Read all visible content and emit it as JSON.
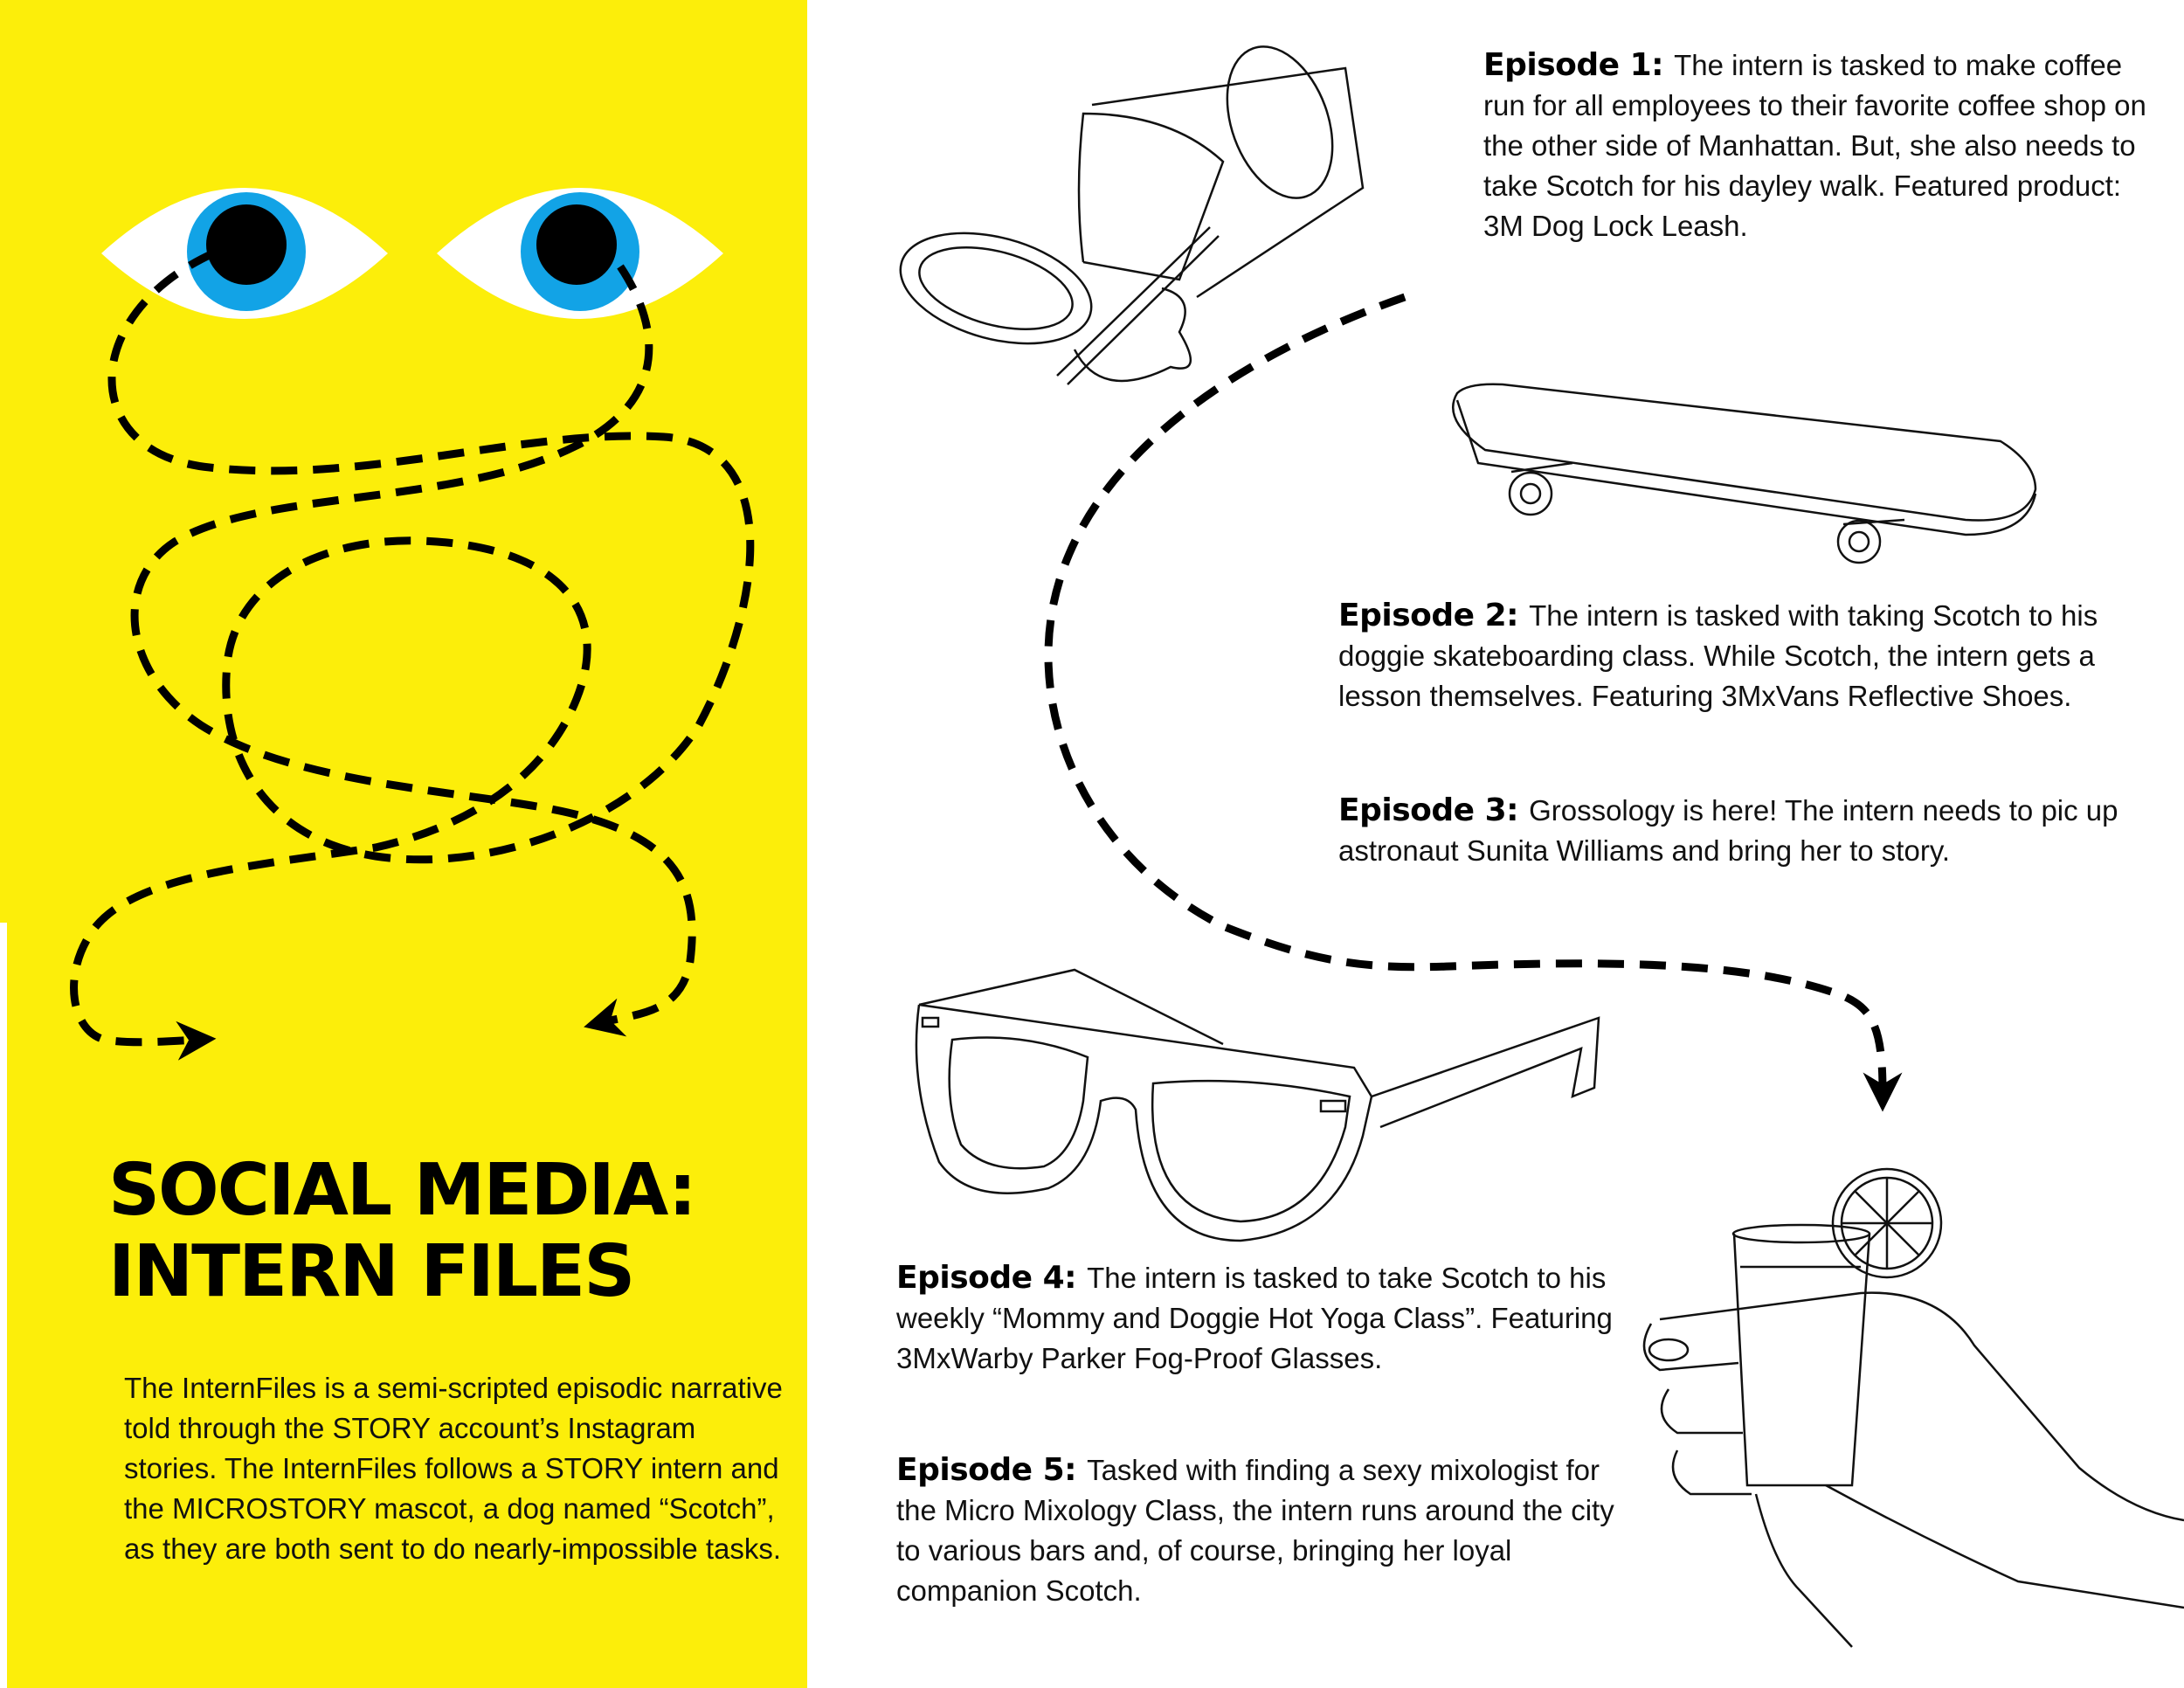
{
  "headline": {
    "line1": "SOCIAL MEDIA:",
    "line2": "INTERN FILES"
  },
  "intro": "The InternFiles is a semi-scripted episodic narrative told through the STORY account’s Instagram stories. The InternFiles follows a STORY intern and the MICROSTORY mascot, a dog named “Scotch”, as they are both sent to do nearly-impossible tasks.",
  "episodes": [
    {
      "label": "Episode 1:",
      "text": "The intern is tasked to make coffee run for all employees to their favorite coffee shop on the other side of Manhattan. But, she also needs to take Scotch for his dayley walk. Featured product: 3M Dog Lock Leash."
    },
    {
      "label": "Episode 2:",
      "text": "The intern is tasked with taking Scotch to his doggie skateboarding class. While Scotch, the intern gets a lesson themselves. Featuring 3MxVans Reflective Shoes."
    },
    {
      "label": "Episode 3:",
      "text": "Grossology is here! The intern needs to pic up astronaut Sunita Williams and bring her to story."
    },
    {
      "label": "Episode 4:",
      "text": "The intern is tasked to take Scotch to his weekly “Mommy and Doggie Hot Yoga Class”. Featuring 3MxWarby Parker Fog-Proof Glasses."
    },
    {
      "label": "Episode 5:",
      "text": "Tasked with finding a sexy mixologist for the Micro Mixology Class, the intern runs around the city to various bars and, of course, bringing her loyal companion Scotch."
    }
  ],
  "colors": {
    "panel_yellow": "#fcee0a",
    "eye_iris": "#12a3e6",
    "ink": "#000000"
  },
  "illustrations": [
    "eyes-icon",
    "spilled-coffee-cup-icon",
    "skateboard-icon",
    "glasses-icon",
    "hand-holding-drink-icon"
  ]
}
